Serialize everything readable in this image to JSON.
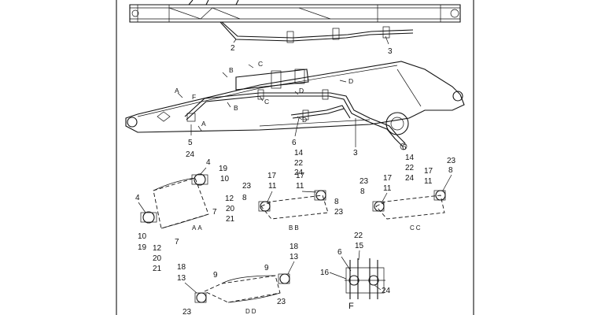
{
  "callouts": {
    "top_2": "2",
    "top_3": "3",
    "boom_5": "5",
    "boom_24": "24",
    "boom_3": "3",
    "boom_6": "6",
    "boom_14": "14",
    "boom_22": "22",
    "boom_24b": "24",
    "boom_6r": "6",
    "boom_14r": "14",
    "boom_22r": "22",
    "boom_24r": "24",
    "aa_4a": "4",
    "aa_19a": "19",
    "aa_10a": "10",
    "aa_12a": "12",
    "aa_7a": "7",
    "aa_20a": "20",
    "aa_21a": "21",
    "aa_4b": "4",
    "aa_7b": "7",
    "aa_10b": "10",
    "aa_19b": "19",
    "aa_12b": "12",
    "aa_20b": "20",
    "aa_21b": "21",
    "bb_23a": "23",
    "bb_8a": "8",
    "bb_17": "17",
    "bb_11a": "11",
    "bb_17b": "17",
    "bb_11b": "11",
    "bb_8b": "8",
    "bb_23b": "23",
    "cc_23a": "23",
    "cc_8a": "8",
    "cc_17a": "17",
    "cc_11a": "11",
    "cc_17b": "17",
    "cc_11b": "11",
    "cc_23b": "23",
    "cc_8b": "8",
    "dd_18a": "18",
    "dd_13a": "13",
    "dd_9a": "9",
    "dd_23a": "23",
    "dd_9b": "9",
    "dd_18b": "18",
    "dd_13b": "13",
    "dd_23b": "23",
    "f_22": "22",
    "f_15": "15",
    "f_6": "6",
    "f_16": "16",
    "f_24": "24"
  },
  "section_marks": {
    "a1": "A",
    "a2": "A",
    "b1": "B",
    "b2": "B",
    "c1": "C",
    "c2": "C",
    "d1": "D",
    "d2": "D",
    "f1": "F"
  },
  "views": {
    "aa": "AA",
    "bb": "BB",
    "cc": "CC",
    "dd": "DD",
    "f": "F"
  }
}
